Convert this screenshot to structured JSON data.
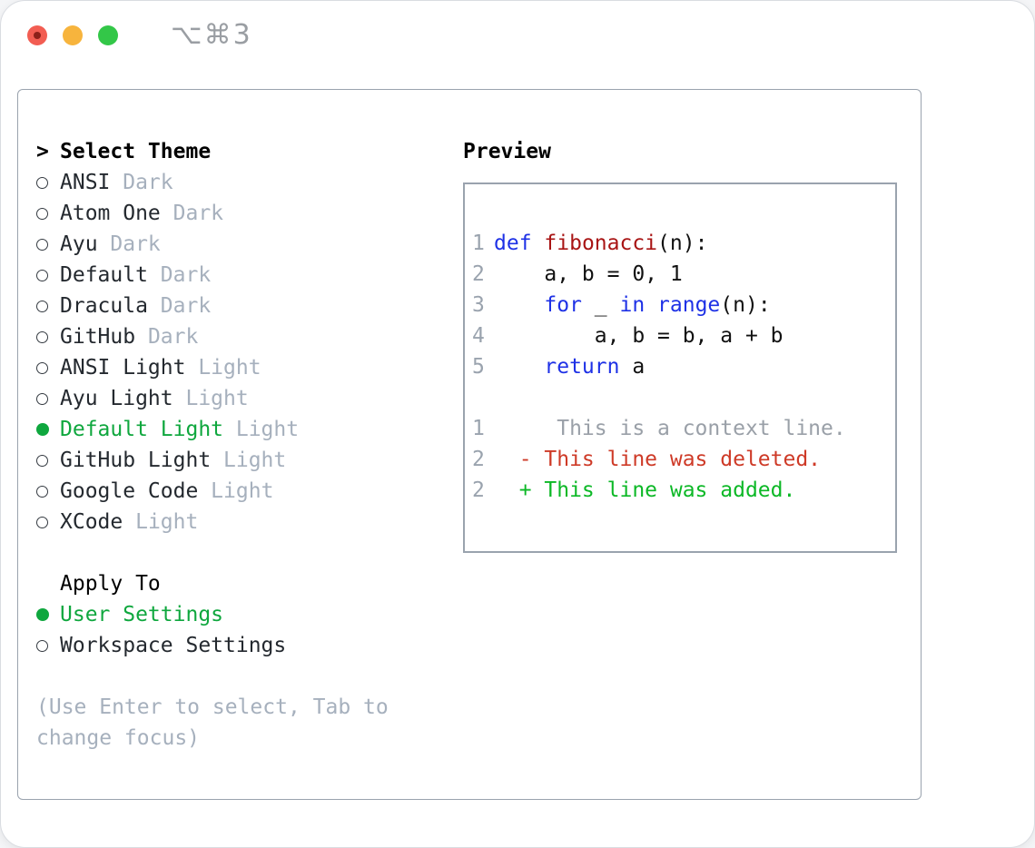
{
  "window": {
    "titlebar": {
      "shortcut": "⌥⌘3",
      "traffic_lights": [
        "close",
        "minimize",
        "zoom"
      ]
    }
  },
  "theme_panel": {
    "title": "Select Theme",
    "cursor": ">",
    "themes": [
      {
        "name": "ANSI",
        "variant": "Dark",
        "selected": false
      },
      {
        "name": "Atom One",
        "variant": "Dark",
        "selected": false
      },
      {
        "name": "Ayu",
        "variant": "Dark",
        "selected": false
      },
      {
        "name": "Default",
        "variant": "Dark",
        "selected": false
      },
      {
        "name": "Dracula",
        "variant": "Dark",
        "selected": false
      },
      {
        "name": "GitHub",
        "variant": "Dark",
        "selected": false
      },
      {
        "name": "ANSI Light",
        "variant": "Light",
        "selected": false
      },
      {
        "name": "Ayu Light",
        "variant": "Light",
        "selected": false
      },
      {
        "name": "Default Light",
        "variant": "Light",
        "selected": true
      },
      {
        "name": "GitHub Light",
        "variant": "Light",
        "selected": false
      },
      {
        "name": "Google Code",
        "variant": "Light",
        "selected": false
      },
      {
        "name": "XCode",
        "variant": "Light",
        "selected": false
      }
    ],
    "apply_to": {
      "title": "Apply To",
      "options": [
        {
          "label": "User Settings",
          "selected": true
        },
        {
          "label": "Workspace Settings",
          "selected": false
        }
      ]
    },
    "hint_lines": [
      "(Use Enter to select, Tab to",
      "change focus)"
    ]
  },
  "preview": {
    "title": "Preview",
    "code_lines": [
      {
        "num": "1",
        "tokens": [
          [
            "kw",
            "def"
          ],
          [
            "pl",
            " "
          ],
          [
            "fn",
            "fibonacci"
          ],
          [
            "pl",
            "(n):"
          ]
        ]
      },
      {
        "num": "2",
        "tokens": [
          [
            "pl",
            "    a, b = 0, 1"
          ]
        ]
      },
      {
        "num": "3",
        "tokens": [
          [
            "pl",
            "    "
          ],
          [
            "kw",
            "for"
          ],
          [
            "pl",
            " _ "
          ],
          [
            "kw",
            "in"
          ],
          [
            "pl",
            " "
          ],
          [
            "kw",
            "range"
          ],
          [
            "pl",
            "(n):"
          ]
        ]
      },
      {
        "num": "4",
        "tokens": [
          [
            "pl",
            "        a, b = b, a + b"
          ]
        ]
      },
      {
        "num": "5",
        "tokens": [
          [
            "pl",
            "    "
          ],
          [
            "kw",
            "return"
          ],
          [
            "pl",
            " a"
          ]
        ]
      }
    ],
    "diff_lines": [
      {
        "num": "1",
        "type": "context",
        "text": "     This is a context line."
      },
      {
        "num": "2",
        "type": "deleted",
        "text": "  - This line was deleted."
      },
      {
        "num": "2",
        "type": "added",
        "text": "  + This line was added."
      }
    ]
  },
  "colors": {
    "accent_green": "#0fa73e",
    "added_green": "#0cb826",
    "deleted_red": "#ce3a27",
    "keyword_blue": "#1e31e6",
    "function_red": "#a81414",
    "context_gray": "#9aa0a8",
    "lineno_gray": "#9aa3ae",
    "muted_gray": "#a6b0bd",
    "text_dark": "#24292f",
    "border_gray": "#9aa3ae"
  }
}
